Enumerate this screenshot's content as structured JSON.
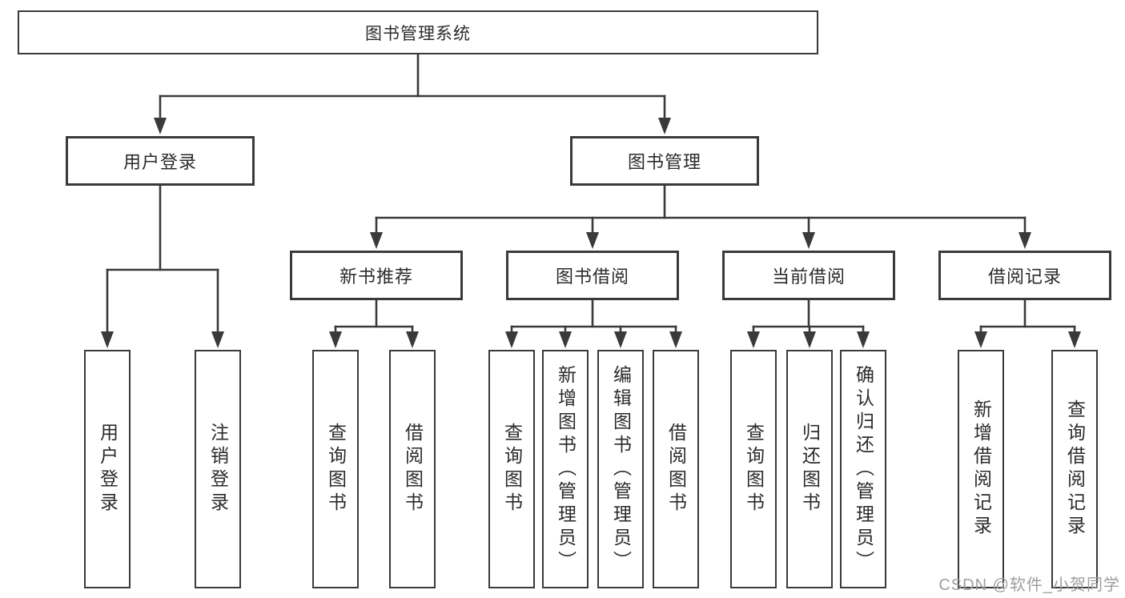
{
  "root": {
    "label": "图书管理系统"
  },
  "branches": {
    "user_login": {
      "label": "用户登录",
      "children": [
        {
          "label": "用户登录"
        },
        {
          "label": "注销登录"
        }
      ]
    },
    "book_mgmt": {
      "label": "图书管理",
      "children": [
        {
          "label": "新书推荐",
          "children": [
            {
              "label": "查询图书"
            },
            {
              "label": "借阅图书"
            }
          ]
        },
        {
          "label": "图书借阅",
          "children": [
            {
              "label": "查询图书"
            },
            {
              "label": "新增图书（管理员）"
            },
            {
              "label": "编辑图书（管理员）"
            },
            {
              "label": "借阅图书"
            }
          ]
        },
        {
          "label": "当前借阅",
          "children": [
            {
              "label": "查询图书"
            },
            {
              "label": "归还图书"
            },
            {
              "label": "确认归还（管理员）"
            }
          ]
        },
        {
          "label": "借阅记录",
          "children": [
            {
              "label": "新增借阅记录"
            },
            {
              "label": "查询借阅记录"
            }
          ]
        }
      ]
    }
  },
  "watermark": "CSDN @软件_小贺同学",
  "colors": {
    "line": "#3a3a3a",
    "text": "#2b2b2b",
    "box_background": "#ffffff",
    "watermark": "#9e9e9e"
  }
}
